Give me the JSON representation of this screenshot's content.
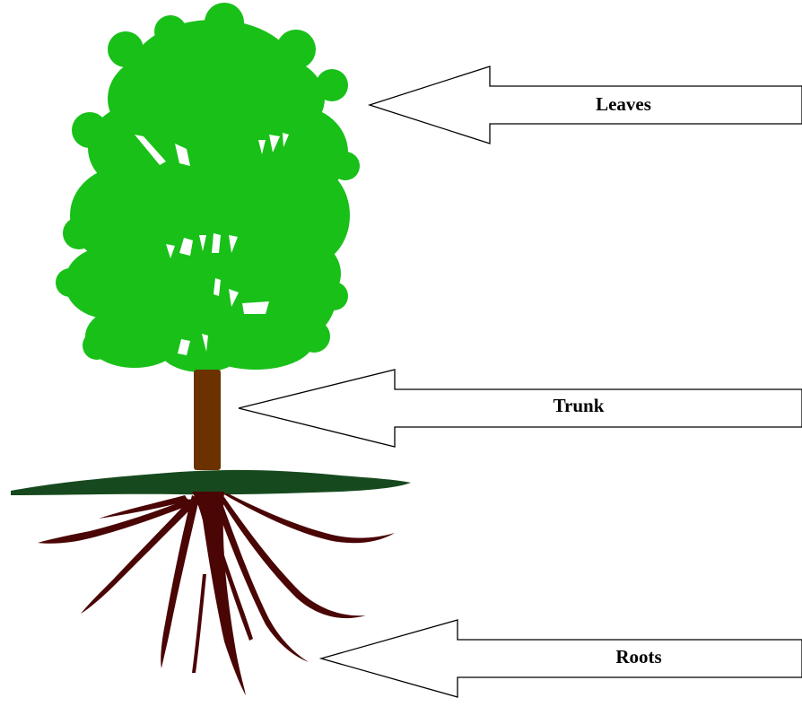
{
  "diagram": {
    "labels": {
      "leaves": "Leaves",
      "trunk": "Trunk",
      "roots": "Roots"
    }
  },
  "colors": {
    "foliage": "#18c018",
    "foliage_gap": "#ffffff",
    "trunk": "#6b3200",
    "ground": "#164a1e",
    "roots": "#4a0505",
    "arrow_fill": "#ffffff",
    "arrow_stroke": "#000000"
  },
  "icons": {
    "tree": "tree-icon",
    "arrow": "left-arrow-icon"
  }
}
